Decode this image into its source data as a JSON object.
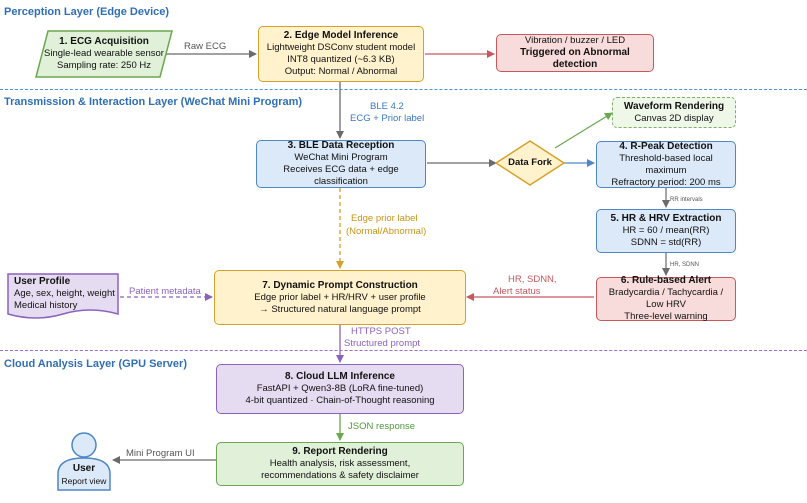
{
  "layers": {
    "perception": "Perception Layer (Edge Device)",
    "transmission": "Transmission & Interaction Layer (WeChat Mini Program)",
    "cloud": "Cloud Analysis Layer (GPU Server)"
  },
  "nodes": {
    "ecg": {
      "title": "1. ECG Acquisition",
      "l1": "Single-lead wearable sensor",
      "l2": "Sampling rate: 250 Hz"
    },
    "edge": {
      "title": "2. Edge Model Inference",
      "l1": "Lightweight DSConv student model",
      "l2": "INT8 quantized (~6.3 KB)",
      "l3": "Output: Normal / Abnormal"
    },
    "alarm": {
      "l1": "Vibration / buzzer / LED",
      "l2": "Triggered on Abnormal detection"
    },
    "ble": {
      "title": "3. BLE Data Reception",
      "l1": "WeChat Mini Program",
      "l2": "Receives ECG data + edge classification"
    },
    "fork": {
      "title": "Data Fork"
    },
    "waveform": {
      "title": "Waveform Rendering",
      "l1": "Canvas 2D display"
    },
    "rpeak": {
      "title": "4. R-Peak Detection",
      "l1": "Threshold-based local maximum",
      "l2": "Refractory period: 200 ms"
    },
    "hrv": {
      "title": "5. HR & HRV Extraction",
      "l1": "HR = 60 / mean(RR)",
      "l2": "SDNN = std(RR)"
    },
    "alert": {
      "title": "6. Rule-based Alert",
      "l1": "Bradycardia / Tachycardia / Low HRV",
      "l2": "Three-level warning"
    },
    "prompt": {
      "title": "7. Dynamic Prompt Construction",
      "l1": "Edge prior label + HR/HRV + user profile",
      "l2": "→ Structured natural language prompt"
    },
    "profile": {
      "title": "User Profile",
      "l1": "Age, sex, height, weight",
      "l2": "Medical history"
    },
    "llm": {
      "title": "8. Cloud LLM Inference",
      "l1": "FastAPI + Qwen3-8B (LoRA fine-tuned)",
      "l2": "4-bit quantized · Chain-of-Thought reasoning"
    },
    "report": {
      "title": "9. Report Rendering",
      "l1": "Health analysis, risk assessment,",
      "l2": "recommendations & safety disclaimer"
    },
    "user": {
      "title": "User",
      "l1": "Report view"
    }
  },
  "edges": {
    "raw_ecg": "Raw ECG",
    "ble_l1": "BLE 4.2",
    "ble_l2": "ECG + Prior label",
    "prior_l1": "Edge prior label",
    "prior_l2": "(Normal/Abnormal)",
    "rr": "RR intervals",
    "hr_sdnn": "HR, SDNN",
    "alert_l1": "HR, SDNN,",
    "alert_l2": "Alert status",
    "patient": "Patient metadata",
    "https_l1": "HTTPS POST",
    "https_l2": "Structured prompt",
    "json": "JSON response",
    "mini_ui": "Mini Program UI"
  },
  "colors": {
    "blue": "#4f86c6",
    "yellow": "#d4a22a",
    "red": "#c9585d",
    "purple": "#8c62bf",
    "green": "#6aa84f",
    "grey": "#6b6b6b"
  }
}
